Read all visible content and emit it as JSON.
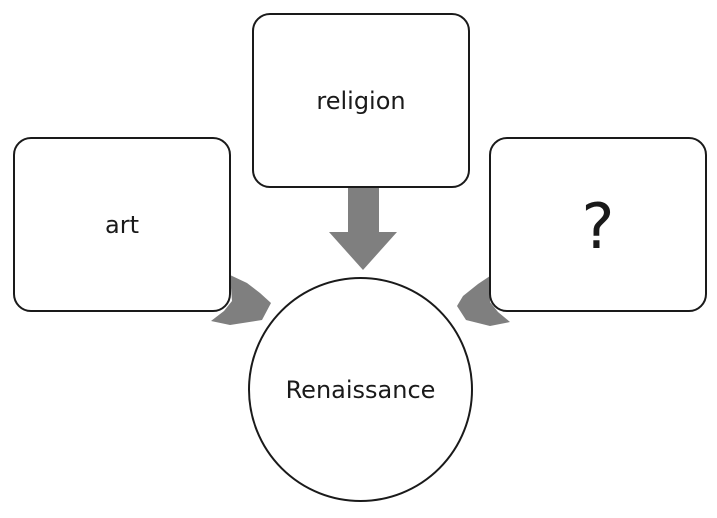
{
  "diagram": {
    "nodes": {
      "religion": "religion",
      "art": "art",
      "unknown": "?",
      "center": "Renaissance"
    },
    "arrow_color": "#7f7f7f",
    "border_color": "#1a1a1a"
  }
}
